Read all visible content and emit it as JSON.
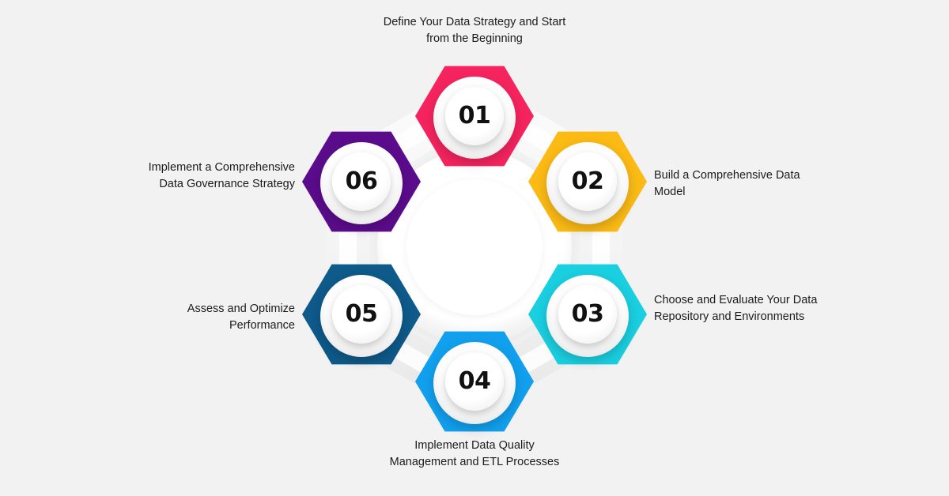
{
  "background_color": "#f2f2f2",
  "center": {
    "name": "center-hub",
    "label": ""
  },
  "steps": [
    {
      "number": "01",
      "color": "#f5245f",
      "label": "Define Your Data Strategy and Start from the Beginning",
      "position": "top"
    },
    {
      "number": "02",
      "color": "#fbba14",
      "label": "Build a Comprehensive Data Model",
      "position": "top-right"
    },
    {
      "number": "03",
      "color": "#1acfe0",
      "label": "Choose and Evaluate Your Data Repository and Environments",
      "position": "bottom-right"
    },
    {
      "number": "04",
      "color": "#11a0ee",
      "label": "Implement Data Quality Management and ETL Processes",
      "position": "bottom"
    },
    {
      "number": "05",
      "color": "#0e5a8a",
      "label": "Assess and Optimize Performance",
      "position": "bottom-left"
    },
    {
      "number": "06",
      "color": "#5b0c8c",
      "label": "Implement a Comprehensive Data Governance Strategy",
      "position": "top-left"
    }
  ]
}
